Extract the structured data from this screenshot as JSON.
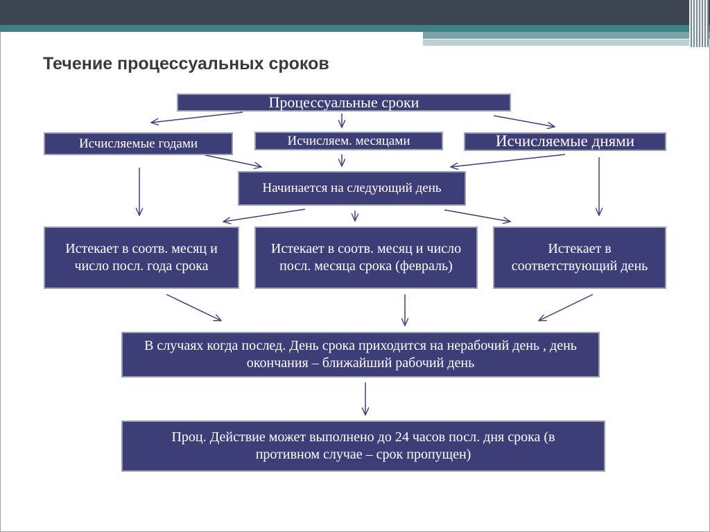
{
  "slide_title": "Течение процессуальных сроков",
  "nodes": {
    "root": "Процессуальные сроки",
    "years": "Исчисляемые годами",
    "months": "Исчисляем. месяцами",
    "days": "Исчисляемые днями",
    "next_day": "Начинается на следующий день",
    "exp_year": "Истекает в соотв. месяц и число посл. года срока",
    "exp_month": "Истекает в соотв. месяц и число посл. месяца срока (февраль)",
    "exp_day": "Истекает в соответствующий день",
    "nonworking": "В случаях когда послед. День срока приходится на нерабочий день , день окончания – ближайший рабочий день",
    "deadline": "Проц. Действие может выполнено до 24 часов посл. дня срока (в противном случае – срок пропущен)"
  },
  "colors": {
    "box_fill": "#3d3d77",
    "box_border": "#9aa0b4",
    "top_bar": "#3b4451",
    "accent_band": "#3f7f86"
  }
}
